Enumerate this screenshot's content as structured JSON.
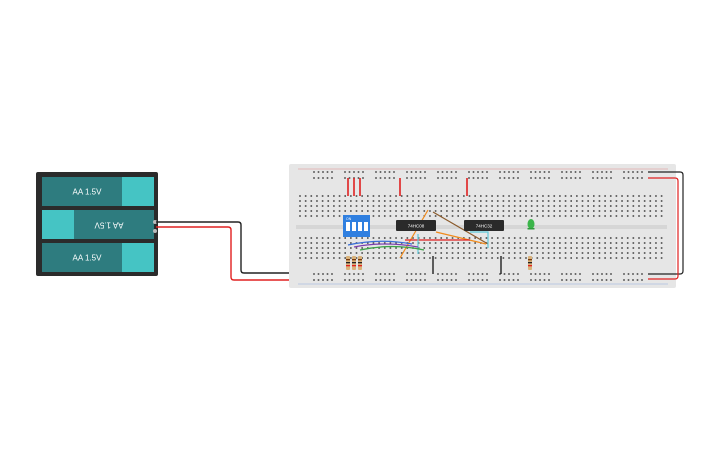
{
  "battery": {
    "cells": [
      {
        "label": "AA 1.5V",
        "flipped": false
      },
      {
        "label": "AA 1.5V",
        "flipped": true
      },
      {
        "label": "AA 1.5V",
        "flipped": false
      }
    ]
  },
  "chips": [
    {
      "label": "74HC08"
    },
    {
      "label": "74HC32"
    }
  ],
  "dip_switch": {
    "label": "ON",
    "count": 4
  },
  "colors": {
    "battery_case": "#2b2b2b",
    "cell_body": "#2e7c7f",
    "cell_cap": "#45c4c4",
    "breadboard": "#e6e6e6",
    "hole": "#4a4a4a",
    "rail_red": "#d32f2f",
    "rail_black": "#2b2b2b",
    "wire_red": "#e02020",
    "wire_black": "#222222",
    "wire_orange": "#f08a1c",
    "wire_brown": "#8a5a2b",
    "wire_blue": "#3a6fd8",
    "wire_purple": "#7a3fb0",
    "wire_green": "#3da34a",
    "wire_cyan": "#5ec8d8",
    "chip": "#2a2a2a",
    "dip": "#2f7fe0",
    "led": "#3bb54a"
  }
}
